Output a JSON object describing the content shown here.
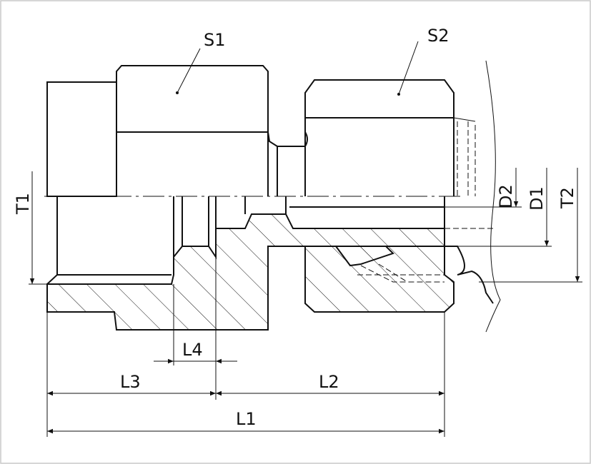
{
  "drawing": {
    "labels": {
      "s1": "S1",
      "s2": "S2",
      "t1": "T1",
      "d2": "D2",
      "d1": "D1",
      "t2": "T2",
      "l1": "L1",
      "l2": "L2",
      "l3": "L3",
      "l4": "L4"
    },
    "colors": {
      "line": "#111111",
      "frame": "#c8c8c8",
      "background": "#ffffff"
    }
  }
}
